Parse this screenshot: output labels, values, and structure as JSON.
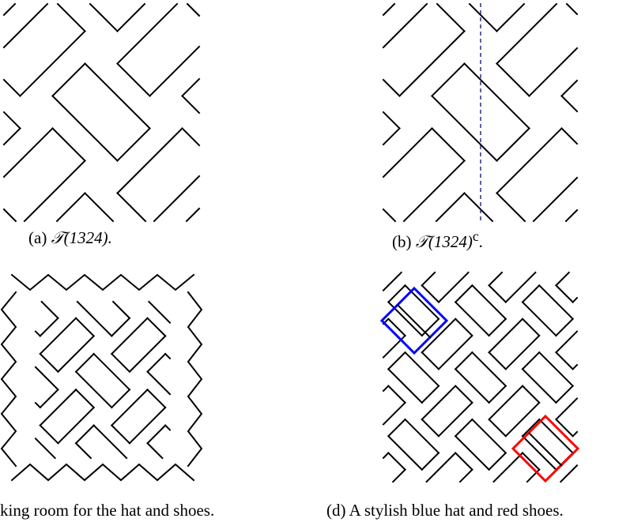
{
  "captions": {
    "a": {
      "label": "(a)",
      "expr": "𝒯(1324)."
    },
    "b": {
      "label": "(b)",
      "expr": "𝒯(1324)",
      "sup": "c",
      "end": "."
    },
    "c": {
      "text": "king room for the hat and shoes."
    },
    "d": {
      "text": "(d) A stylish blue hat and red shoes."
    }
  },
  "colors": {
    "line": "#000000",
    "axis": "#1a1a8c",
    "hat": "#0000ff",
    "shoes": "#ff0000"
  }
}
